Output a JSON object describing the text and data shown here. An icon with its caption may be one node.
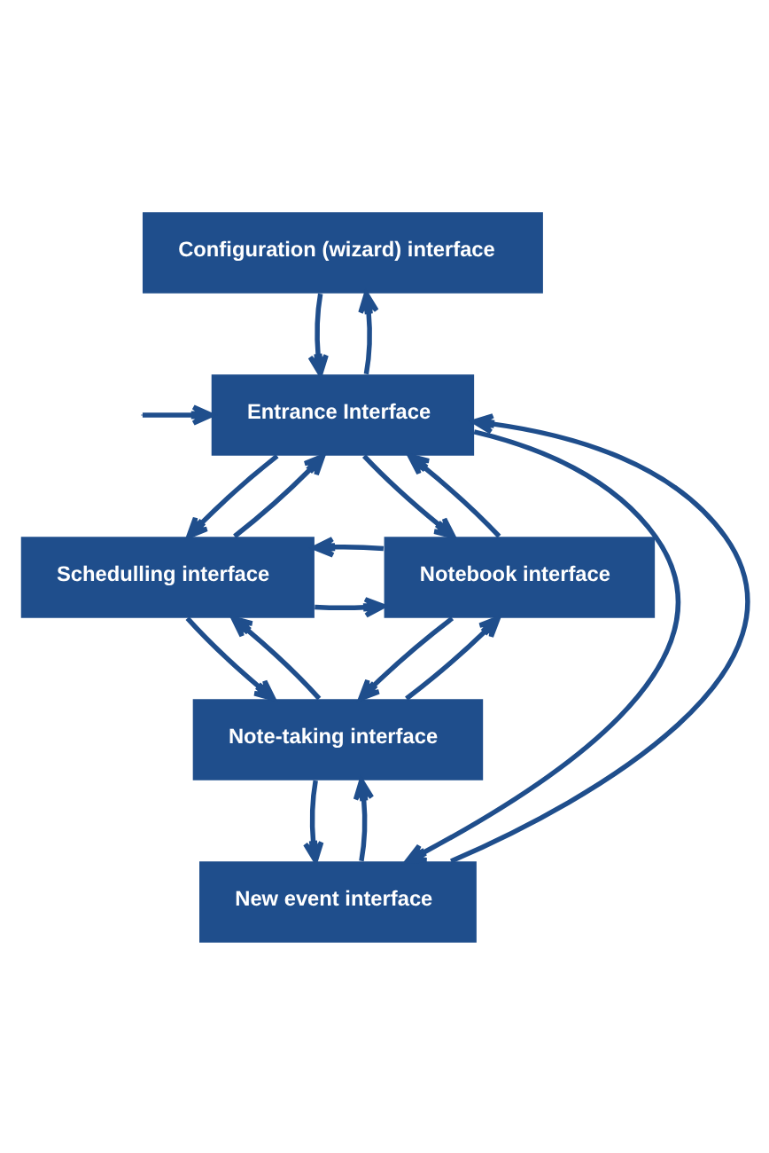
{
  "diagram": {
    "nodes": [
      {
        "text": [
          "Configuration (wizard) interface"
        ]
      },
      {
        "text": [
          "Entrance Interface"
        ]
      },
      {
        "text": [
          "Schedulling interface"
        ]
      },
      {
        "text": [
          "Notebook interface"
        ]
      },
      {
        "text": [
          "Note-taking interface"
        ]
      },
      {
        "text": [
          "New event interface"
        ]
      }
    ],
    "edges": [
      {
        "from": 1,
        "to": 0,
        "arrow": "to"
      },
      {
        "from": 0,
        "to": 1,
        "arrow": "to"
      },
      {
        "from": null,
        "to": 1,
        "arrow": "to"
      },
      {
        "from": 5,
        "to": 1,
        "arrow": "to"
      },
      {
        "from": 1,
        "to": 5,
        "arrow": "to"
      },
      {
        "from": 2,
        "to": 1,
        "arrow": "to"
      },
      {
        "from": 1,
        "to": 2,
        "arrow": "to"
      },
      {
        "from": 3,
        "to": 1,
        "arrow": "to"
      },
      {
        "from": 1,
        "to": 3,
        "arrow": "to"
      },
      {
        "from": 2,
        "to": 3,
        "arrow": "to"
      },
      {
        "from": 3,
        "to": 2,
        "arrow": "to"
      },
      {
        "from": 2,
        "to": 4,
        "arrow": "to"
      },
      {
        "from": 4,
        "to": 2,
        "arrow": "to"
      },
      {
        "from": 4,
        "to": 3,
        "arrow": "to"
      },
      {
        "from": 3,
        "to": 4,
        "arrow": "to"
      },
      {
        "from": 5,
        "to": 4,
        "arrow": "to"
      },
      {
        "from": 4,
        "to": 5,
        "arrow": "to"
      }
    ]
  }
}
